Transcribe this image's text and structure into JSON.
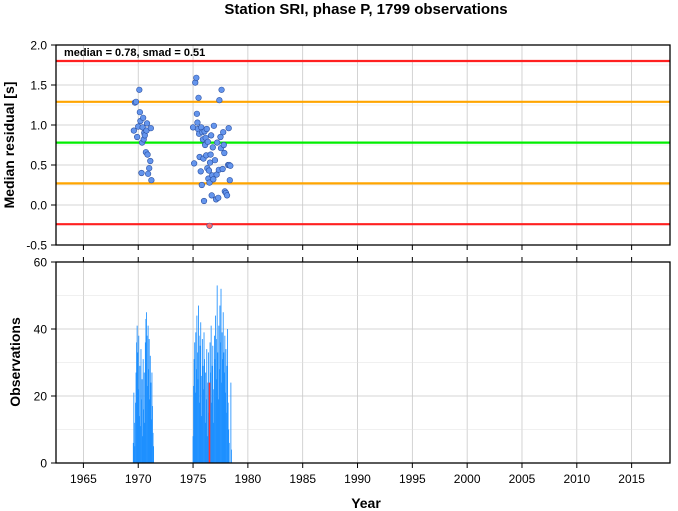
{
  "chart_data": [
    {
      "type": "scatter",
      "title": "Station SRI, phase P, 1799 observations",
      "ylabel": "Median residual [s]",
      "xlim": [
        1962.5,
        2018.5
      ],
      "ylim": [
        -0.5,
        2.0
      ],
      "yticks": [
        "-0.5",
        "0.0",
        "0.5",
        "1.0",
        "1.5",
        "2.0"
      ],
      "grid": true,
      "annotation": "median = 0.78, smad = 0.51",
      "reference_lines": [
        {
          "y": 1.8,
          "color": "#ff2020"
        },
        {
          "y": 1.29,
          "color": "#ffa500"
        },
        {
          "y": 0.78,
          "color": "#00ee00"
        },
        {
          "y": 0.27,
          "color": "#ffa500"
        },
        {
          "y": -0.24,
          "color": "#ff2020"
        }
      ],
      "series": [
        {
          "color": "#6495ed",
          "points": [
            [
              1969.6,
              0.93
            ],
            [
              1969.7,
              1.28
            ],
            [
              1969.8,
              1.29
            ],
            [
              1969.9,
              0.85
            ],
            [
              1970.0,
              0.98
            ],
            [
              1970.1,
              1.44
            ],
            [
              1970.15,
              1.16
            ],
            [
              1970.2,
              1.05
            ],
            [
              1970.3,
              0.4
            ],
            [
              1970.35,
              0.78
            ],
            [
              1970.4,
              0.97
            ],
            [
              1970.45,
              1.09
            ],
            [
              1970.5,
              0.82
            ],
            [
              1970.55,
              0.9
            ],
            [
              1970.6,
              0.87
            ],
            [
              1970.7,
              0.66
            ],
            [
              1970.75,
              0.93
            ],
            [
              1970.8,
              1.02
            ],
            [
              1970.85,
              0.63
            ],
            [
              1970.9,
              0.39
            ],
            [
              1971.0,
              0.46
            ],
            [
              1971.1,
              0.55
            ],
            [
              1971.15,
              0.96
            ],
            [
              1971.2,
              0.31
            ],
            [
              1975.0,
              0.97
            ],
            [
              1975.1,
              0.52
            ],
            [
              1975.2,
              1.53
            ],
            [
              1975.3,
              1.59
            ],
            [
              1975.35,
              1.14
            ],
            [
              1975.4,
              1.03
            ],
            [
              1975.45,
              0.95
            ],
            [
              1975.5,
              1.34
            ],
            [
              1975.55,
              0.89
            ],
            [
              1975.6,
              0.6
            ],
            [
              1975.7,
              0.42
            ],
            [
              1975.75,
              0.97
            ],
            [
              1975.8,
              0.25
            ],
            [
              1975.85,
              0.91
            ],
            [
              1975.9,
              0.82
            ],
            [
              1975.95,
              0.58
            ],
            [
              1976.0,
              0.05
            ],
            [
              1976.05,
              0.92
            ],
            [
              1976.1,
              0.75
            ],
            [
              1976.15,
              0.84
            ],
            [
              1976.2,
              0.62
            ],
            [
              1976.25,
              0.95
            ],
            [
              1976.3,
              0.46
            ],
            [
              1976.35,
              0.79
            ],
            [
              1976.4,
              0.33
            ],
            [
              1976.45,
              0.43
            ],
            [
              1976.5,
              0.28
            ],
            [
              1976.55,
              0.53
            ],
            [
              1976.6,
              0.63
            ],
            [
              1976.65,
              0.87
            ],
            [
              1976.7,
              0.12
            ],
            [
              1976.75,
              0.37
            ],
            [
              1976.8,
              0.72
            ],
            [
              1976.85,
              0.32
            ],
            [
              1976.9,
              0.99
            ],
            [
              1977.0,
              0.56
            ],
            [
              1977.1,
              0.07
            ],
            [
              1977.15,
              0.38
            ],
            [
              1977.2,
              0.78
            ],
            [
              1977.3,
              0.09
            ],
            [
              1977.35,
              0.44
            ],
            [
              1977.4,
              1.31
            ],
            [
              1977.5,
              0.85
            ],
            [
              1977.55,
              0.71
            ],
            [
              1977.6,
              1.44
            ],
            [
              1977.7,
              0.45
            ],
            [
              1977.75,
              0.91
            ],
            [
              1977.8,
              0.75
            ],
            [
              1977.85,
              0.65
            ],
            [
              1977.9,
              0.17
            ],
            [
              1978.0,
              0.15
            ],
            [
              1978.1,
              0.12
            ],
            [
              1978.2,
              0.5
            ],
            [
              1978.25,
              0.96
            ],
            [
              1978.3,
              0.5
            ],
            [
              1978.35,
              0.31
            ],
            [
              1978.4,
              0.49
            ]
          ]
        },
        {
          "color": "#ff6a6a",
          "points": [
            [
              1976.5,
              -0.26
            ]
          ]
        }
      ]
    },
    {
      "type": "bar",
      "xlabel": "Year",
      "ylabel": "Observations",
      "xlim": [
        1962.5,
        2018.5
      ],
      "ylim": [
        0,
        60
      ],
      "yticks": [
        "0",
        "20",
        "40",
        "60"
      ],
      "xticks": [
        "1965",
        "1970",
        "1975",
        "1980",
        "1985",
        "1990",
        "1995",
        "2000",
        "2005",
        "2010",
        "2015"
      ],
      "grid": true,
      "bar_color": "#1e90ff",
      "highlight_color": "#ff3030",
      "bars": [
        [
          1969.55,
          6
        ],
        [
          1969.6,
          21
        ],
        [
          1969.65,
          12
        ],
        [
          1969.7,
          5
        ],
        [
          1969.75,
          18
        ],
        [
          1969.8,
          27
        ],
        [
          1969.85,
          36
        ],
        [
          1969.9,
          41
        ],
        [
          1969.95,
          33
        ],
        [
          1970.0,
          22
        ],
        [
          1970.05,
          38
        ],
        [
          1970.1,
          14
        ],
        [
          1970.15,
          29
        ],
        [
          1970.2,
          11
        ],
        [
          1970.25,
          34
        ],
        [
          1970.3,
          19
        ],
        [
          1970.35,
          25
        ],
        [
          1970.4,
          8
        ],
        [
          1970.45,
          31
        ],
        [
          1970.5,
          16
        ],
        [
          1970.55,
          27
        ],
        [
          1970.6,
          12
        ],
        [
          1970.65,
          36
        ],
        [
          1970.7,
          43
        ],
        [
          1970.75,
          45
        ],
        [
          1970.8,
          38
        ],
        [
          1970.85,
          23
        ],
        [
          1970.9,
          41
        ],
        [
          1970.95,
          28
        ],
        [
          1971.0,
          37
        ],
        [
          1971.05,
          19
        ],
        [
          1971.1,
          32
        ],
        [
          1971.15,
          24
        ],
        [
          1971.2,
          13
        ],
        [
          1971.25,
          27
        ],
        [
          1971.3,
          17
        ],
        [
          1971.35,
          9
        ],
        [
          1971.4,
          5
        ],
        [
          1975.0,
          8
        ],
        [
          1975.05,
          23
        ],
        [
          1975.1,
          31
        ],
        [
          1975.15,
          36
        ],
        [
          1975.2,
          21
        ],
        [
          1975.25,
          39
        ],
        [
          1975.3,
          28
        ],
        [
          1975.35,
          44
        ],
        [
          1975.4,
          33
        ],
        [
          1975.45,
          25
        ],
        [
          1975.5,
          47
        ],
        [
          1975.55,
          38
        ],
        [
          1975.6,
          18
        ],
        [
          1975.65,
          35
        ],
        [
          1975.7,
          42
        ],
        [
          1975.75,
          26
        ],
        [
          1975.8,
          14
        ],
        [
          1975.85,
          37
        ],
        [
          1975.9,
          29
        ],
        [
          1975.95,
          22
        ],
        [
          1976.0,
          39
        ],
        [
          1976.05,
          31
        ],
        [
          1976.1,
          12
        ],
        [
          1976.15,
          27
        ],
        [
          1976.2,
          19
        ],
        [
          1976.25,
          34
        ],
        [
          1976.3,
          8
        ],
        [
          1976.35,
          24
        ],
        [
          1976.4,
          33
        ],
        [
          1976.45,
          15
        ],
        [
          1976.55,
          36
        ],
        [
          1976.6,
          27
        ],
        [
          1976.65,
          41
        ],
        [
          1976.7,
          18
        ],
        [
          1976.75,
          29
        ],
        [
          1976.8,
          35
        ],
        [
          1976.85,
          22
        ],
        [
          1976.9,
          12
        ],
        [
          1976.95,
          38
        ],
        [
          1977.0,
          31
        ],
        [
          1977.05,
          44
        ],
        [
          1977.1,
          25
        ],
        [
          1977.15,
          37
        ],
        [
          1977.2,
          53
        ],
        [
          1977.25,
          33
        ],
        [
          1977.3,
          19
        ],
        [
          1977.35,
          41
        ],
        [
          1977.4,
          28
        ],
        [
          1977.45,
          47
        ],
        [
          1977.5,
          36
        ],
        [
          1977.55,
          52
        ],
        [
          1977.6,
          24
        ],
        [
          1977.65,
          39
        ],
        [
          1977.7,
          31
        ],
        [
          1977.75,
          45
        ],
        [
          1977.8,
          33
        ],
        [
          1977.85,
          27
        ],
        [
          1977.9,
          38
        ],
        [
          1977.95,
          21
        ],
        [
          1978.0,
          34
        ],
        [
          1978.05,
          15
        ],
        [
          1978.1,
          29
        ],
        [
          1978.15,
          40
        ],
        [
          1978.2,
          18
        ],
        [
          1978.25,
          10
        ],
        [
          1978.3,
          6
        ],
        [
          1978.45,
          24
        ],
        [
          1978.5,
          4
        ]
      ],
      "highlight": [
        [
          1976.5,
          24
        ]
      ]
    }
  ]
}
